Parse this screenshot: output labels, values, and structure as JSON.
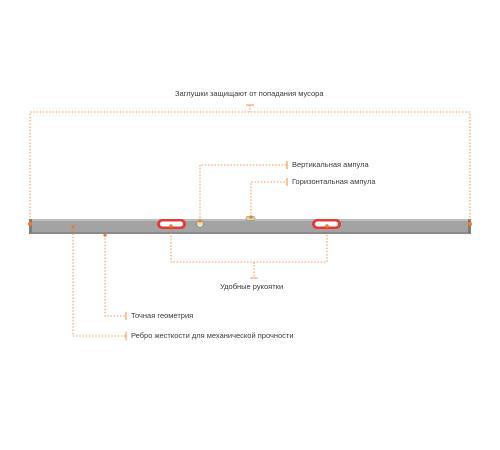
{
  "diagram": {
    "accent_color": "#f07a2c",
    "ruler_color": "#9c9c9c",
    "handle_color": "#e03a3a",
    "callouts": {
      "caps": "Заглушки защищают от попадания мусора",
      "vertical_vial": "Вертикальная ампула",
      "horizontal_vial": "Горизонтальная ампула",
      "handles": "Удобные рукоятки",
      "geometry": "Точная геометрия",
      "rib": "Ребро жесткости для механической прочности"
    }
  }
}
